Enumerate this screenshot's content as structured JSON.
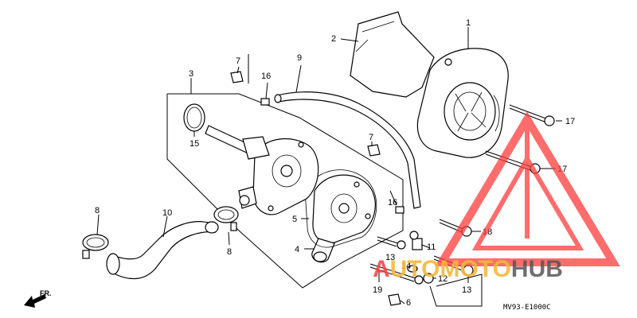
{
  "diagram": {
    "labels": {
      "p1": "1",
      "p2": "2",
      "p3": "3",
      "p4": "4",
      "p5": "5",
      "p6": "6",
      "p7a": "7",
      "p7b": "7",
      "p8a": "8",
      "p8b": "8",
      "p9": "9",
      "p10": "10",
      "p11": "11",
      "p12": "12",
      "p13a": "13",
      "p13b": "13",
      "p14": "14",
      "p15": "15",
      "p16a": "16",
      "p16b": "16",
      "p17a": "17",
      "p17b": "17",
      "p18": "18",
      "p19": "19"
    },
    "direction_label": "FR.",
    "reference_code": "MV93-E1000C"
  },
  "watermark": {
    "part1": "A",
    "part2": "UTO",
    "part3": "MOTO",
    "part4": "HUB",
    "colors": {
      "red": "#ff3b3b",
      "gold": "#f6b73c",
      "gray": "#555555"
    }
  }
}
